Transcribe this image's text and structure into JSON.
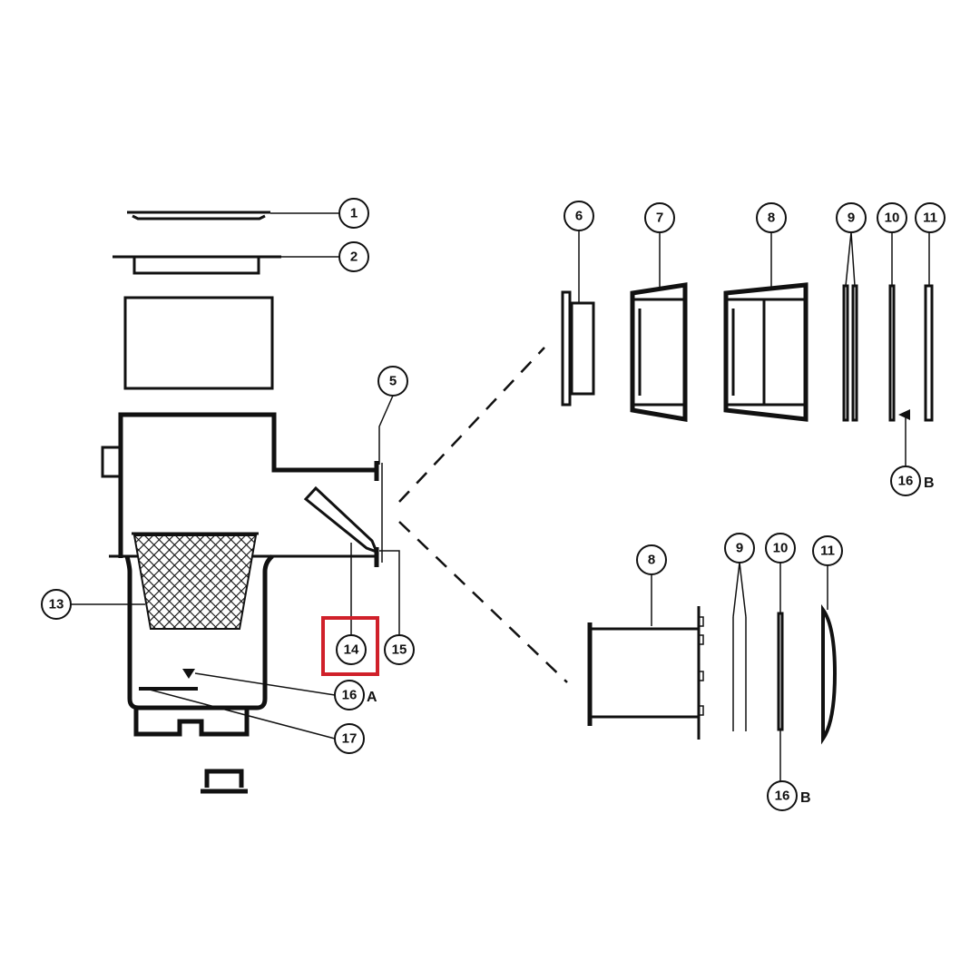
{
  "diagram": {
    "callouts": {
      "c1": "1",
      "c2": "2",
      "c5": "5",
      "c6": "6",
      "c7": "7",
      "c8a": "8",
      "c9a": "9",
      "c10a": "10",
      "c11a": "11",
      "c16b_top": "16",
      "c13": "13",
      "c14": "14",
      "c15": "15",
      "c16a": "16",
      "c17": "17",
      "c8b": "8",
      "c9b": "9",
      "c10b": "10",
      "c11b": "11",
      "c16b_bottom": "16"
    },
    "suffixes": {
      "a": "A",
      "b_top": "B",
      "b_bottom": "B"
    },
    "highlight": {
      "part": "14",
      "color": "#d0202a"
    }
  }
}
